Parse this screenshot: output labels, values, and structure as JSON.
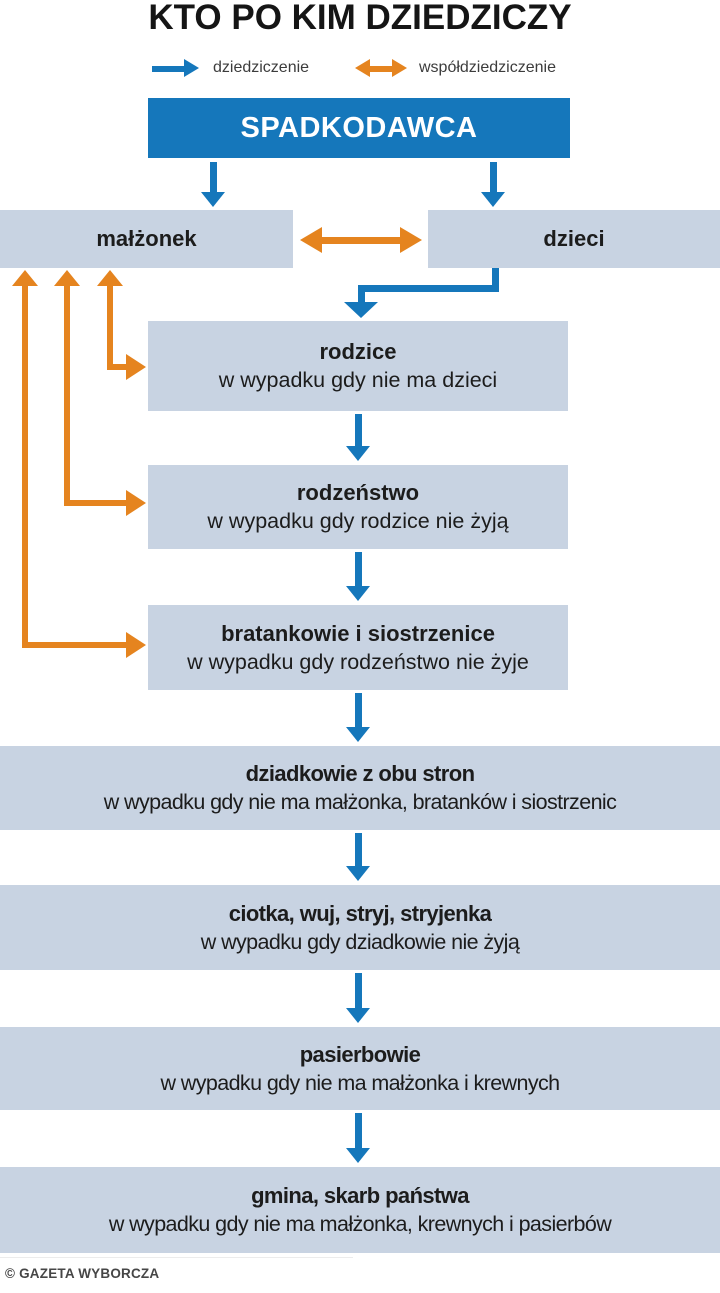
{
  "title": "KTO PO KIM DZIEDZICZY",
  "legend": {
    "inheritance": {
      "icon": "arrow-right-blue",
      "label": "dziedziczenie"
    },
    "co_inheritance": {
      "icon": "arrow-double-orange",
      "label": "współdziedziczenie"
    }
  },
  "colors": {
    "blue": "#1577bb",
    "orange": "#e5841f",
    "node_fill": "#c8d3e2",
    "text": "#1c1c1c",
    "legend_text": "#3c3c3c",
    "footer_text": "#464646"
  },
  "nodes": {
    "spadkodawca": {
      "label": "SPADKODAWCA"
    },
    "malzonek": {
      "label": "małżonek"
    },
    "dzieci": {
      "label": "dzieci"
    },
    "rodzice": {
      "title": "rodzice",
      "condition": "w wypadku gdy nie ma dzieci"
    },
    "rodzenstwo": {
      "title": "rodzeństwo",
      "condition": "w wypadku gdy rodzice nie żyją"
    },
    "bratankowie": {
      "title": "bratankowie i siostrzenice",
      "condition": "w wypadku gdy rodzeństwo nie żyje"
    },
    "dziadkowie": {
      "title": "dziadkowie z obu stron",
      "condition": "w wypadku gdy nie ma małżonka, bratanków i siostrzenic"
    },
    "ciotka": {
      "title": "ciotka, wuj, stryj, stryjenka",
      "condition": "w wypadku gdy dziadkowie nie żyją"
    },
    "pasierbowie": {
      "title": "pasierbowie",
      "condition": "w wypadku gdy nie ma małżonka i krewnych"
    },
    "gmina": {
      "title": "gmina, skarb państwa",
      "condition": "w wypadku gdy nie ma małżonka, krewnych i pasierbów"
    }
  },
  "footer": {
    "credit": "© GAZETA WYBORCZA"
  }
}
